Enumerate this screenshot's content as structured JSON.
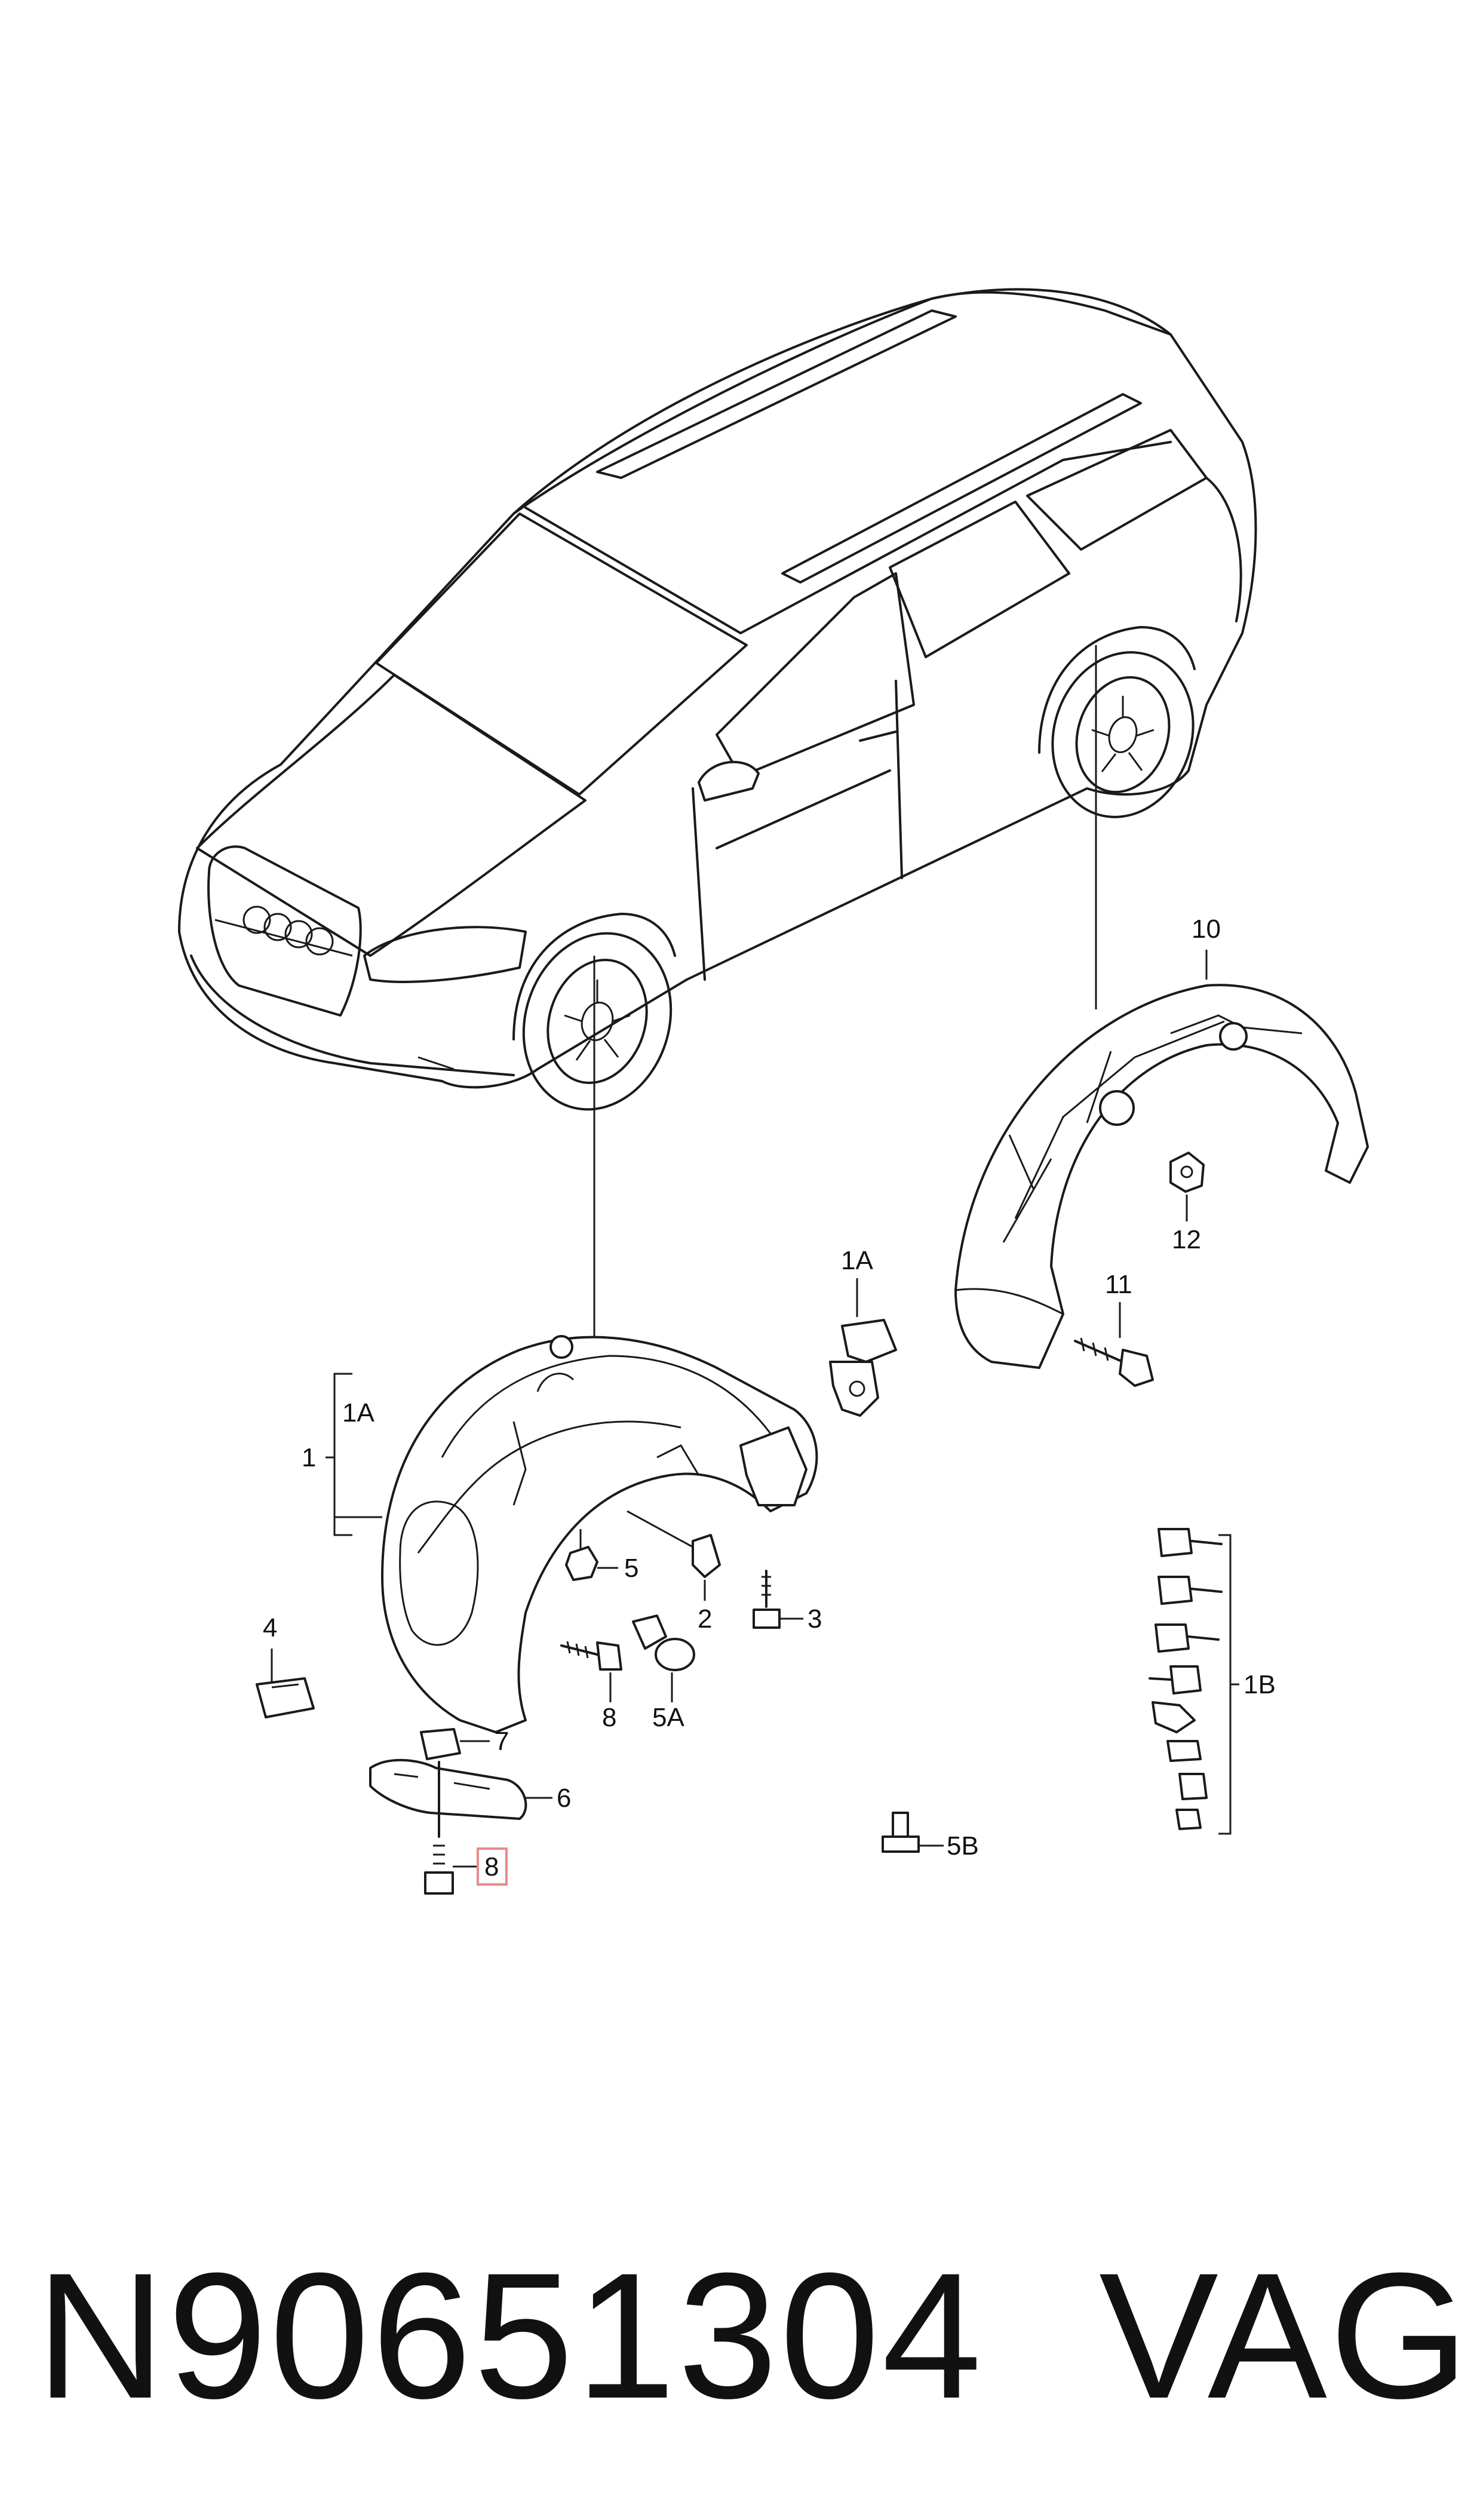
{
  "callouts": {
    "c10": "10",
    "c12": "12",
    "c11": "11",
    "c1A_top": "1A",
    "c1A_bracket": "1A",
    "c1": "1",
    "c5": "5",
    "c2": "2",
    "c3": "3",
    "c4": "4",
    "c8_mid": "8",
    "c5A": "5A",
    "c7": "7",
    "c6": "6",
    "c8_box": "8",
    "c5B": "5B",
    "c1B": "1B"
  },
  "footer": {
    "part_number": "N90651304",
    "brand": "VAG"
  },
  "colors": {
    "line": "#1a1a1a",
    "highlight": "#e58b8b",
    "background": "#ffffff"
  }
}
